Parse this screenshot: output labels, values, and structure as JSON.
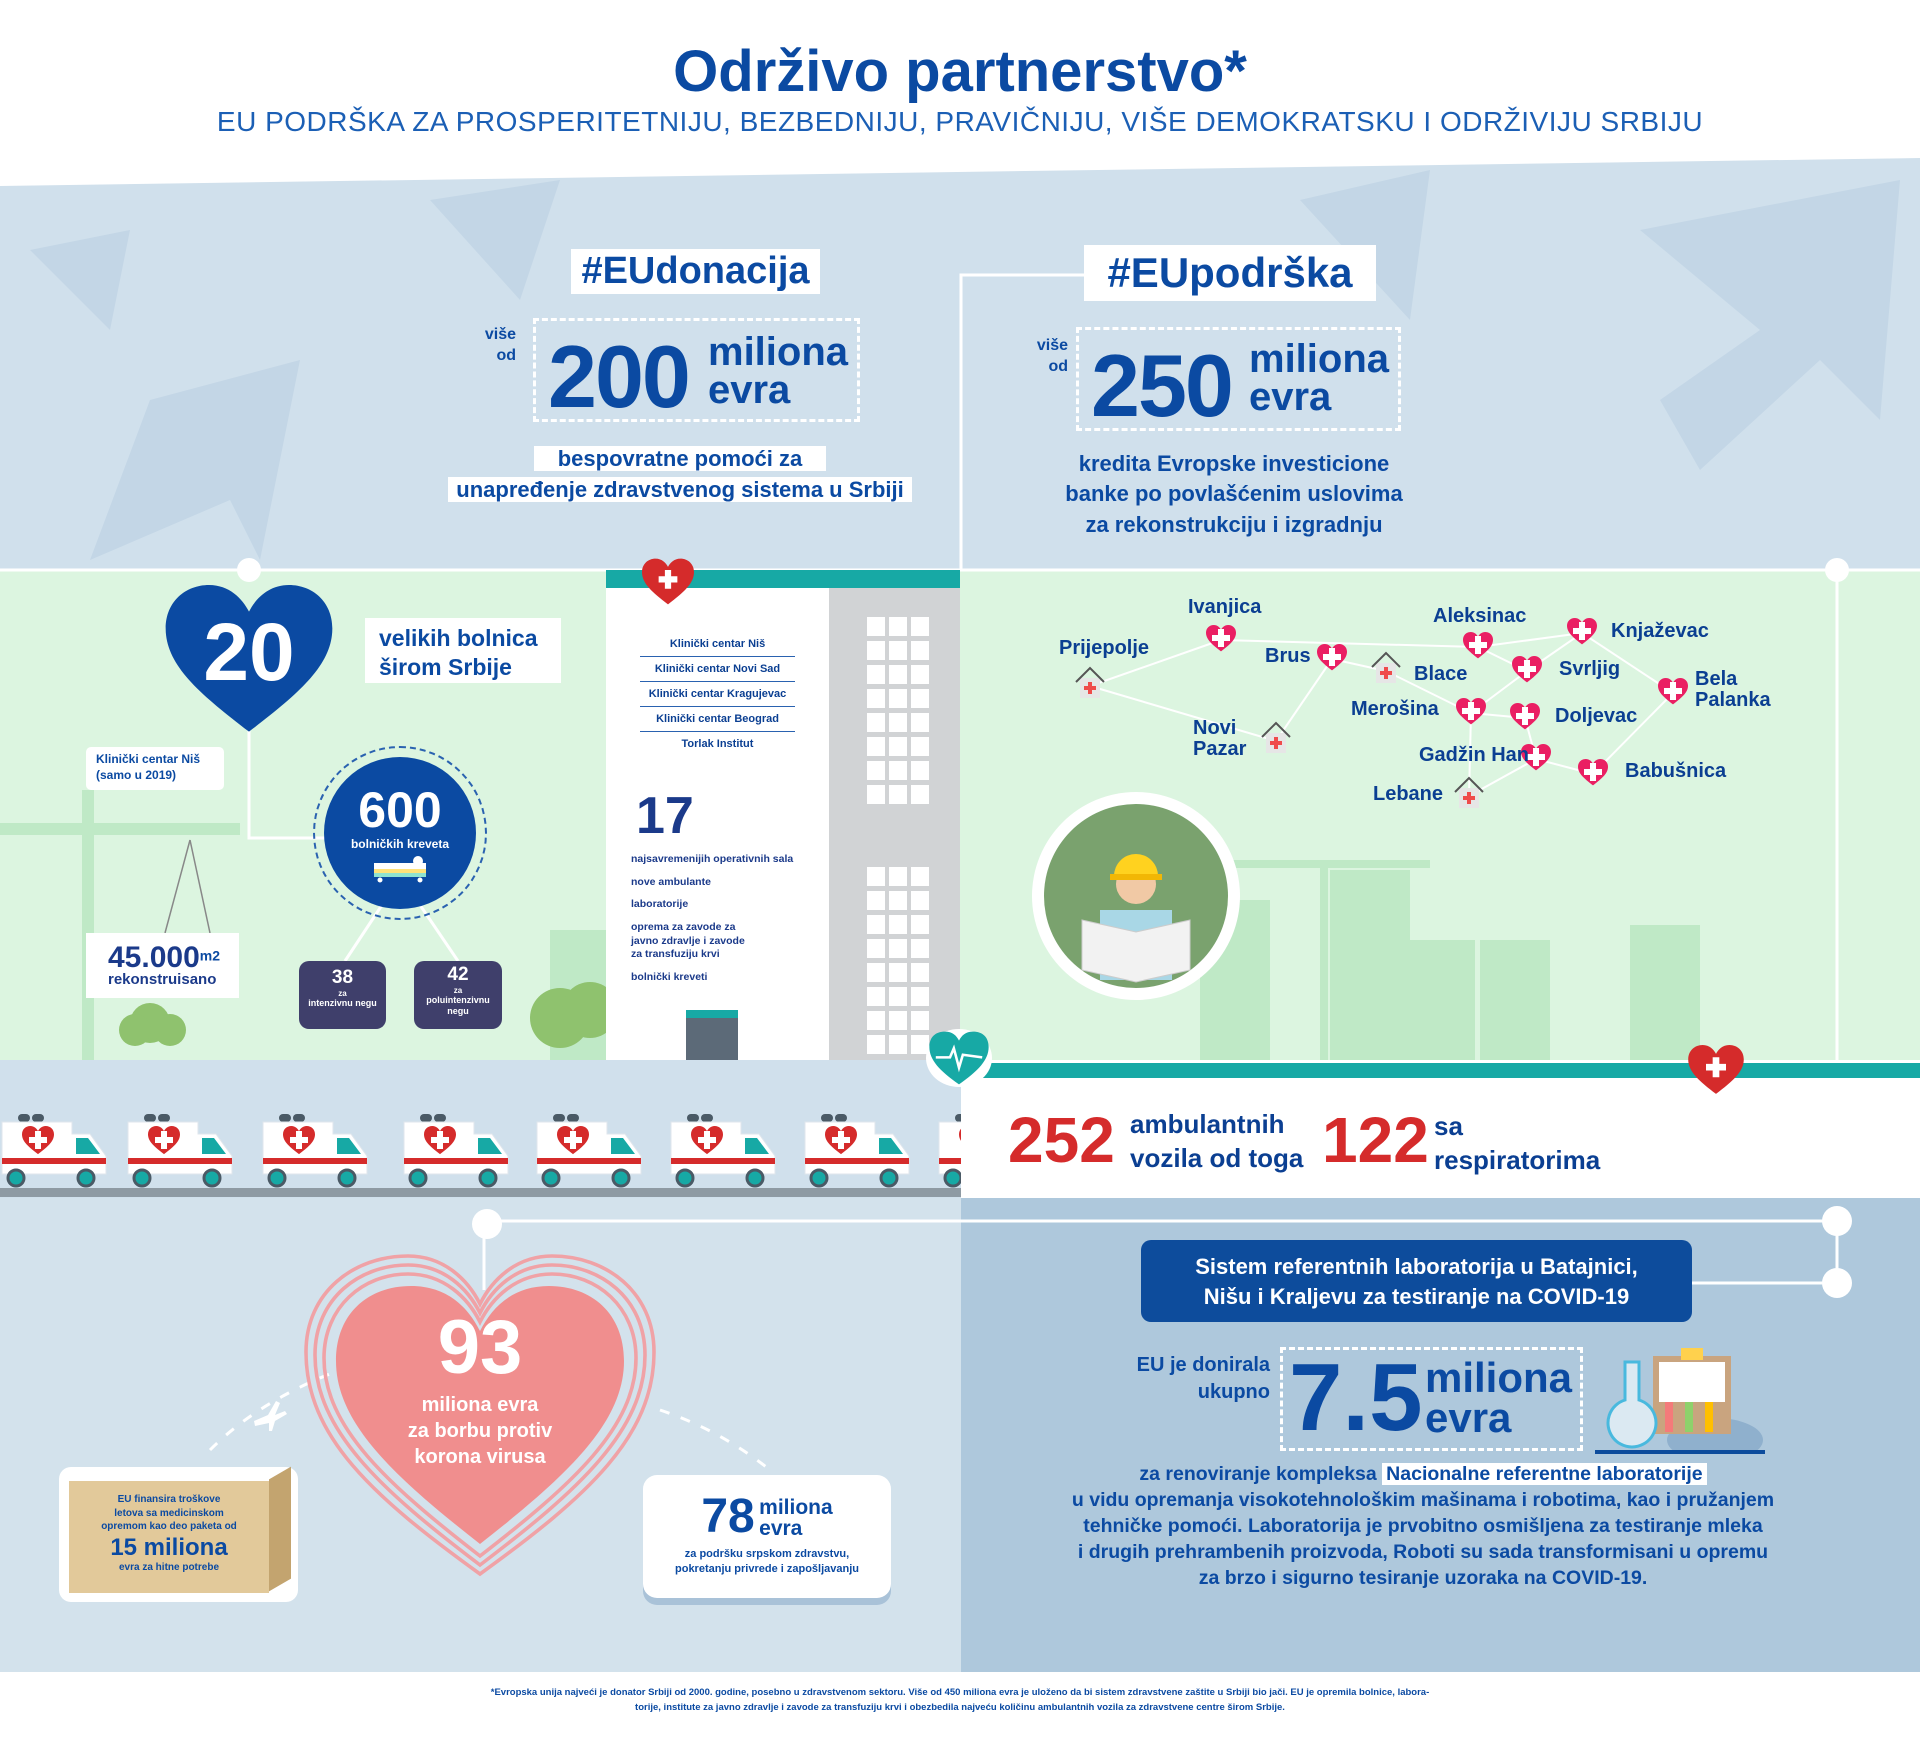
{
  "header": {
    "title": "Održivo partnerstvo*",
    "subtitle": "EU PODRŠKA ZA PROSPERITETNIJU, BEZBEDNIJU, PRAVIČNIJU, VIŠE DEMOKRATSKU I ODRŽIVIJU SRBIJU"
  },
  "donation": {
    "tag": "#EUdonacija",
    "prefix1": "više",
    "prefix2": "od",
    "amount": "200",
    "unit1": "miliona",
    "unit2": "evra",
    "line1": "bespovratne pomoći za",
    "line2": "unapređenje zdravstvenog sistema u Srbiji"
  },
  "support": {
    "tag": "#EUpodrška",
    "prefix1": "više",
    "prefix2": "od",
    "amount": "250",
    "unit1": "miliona",
    "unit2": "evra",
    "line1": "kredita Evropske investicione",
    "line2": "banke po povlašćenim uslovima",
    "line3": "za rekonstrukciju i izgradnju"
  },
  "hospitals": {
    "count": "20",
    "label1": "velikih bolnica",
    "label2": "širom Srbije",
    "nis_label1": "Klinički centar Niš",
    "nis_label2": "(samo u 2019)",
    "area": "45.000",
    "area_unit": "m2",
    "area_label": "rekonstruisano",
    "beds": "600",
    "beds_label": "bolničkih kreveta",
    "icu": "38",
    "icu_l1": "za",
    "icu_l2": "intenzivnu negu",
    "semi": "42",
    "semi_l1": "za",
    "semi_l2": "poluintenzivnu",
    "semi_l3": "negu"
  },
  "building": {
    "centers": [
      "Klinički centar Niš",
      "Klinički centar Novi Sad",
      "Klinički centar Kragujevac",
      "Klinički centar Beograd",
      "Torlak Institut"
    ],
    "count": "17",
    "items": [
      "najsavremenijih operativnih sala",
      "nove ambulante",
      "laboratorije",
      "oprema za zavode za javno zdravlje i zavode za transfuziju krvi",
      "bolnički kreveti"
    ]
  },
  "map": {
    "cities": [
      "Ivanjica",
      "Prijepolje",
      "Brus",
      "Blace",
      "Aleksinac",
      "Knjaževac",
      "Svrljig",
      "Merošina",
      "Doljevac",
      "Bela Palanka",
      "Novi Pazar",
      "Gadžin Han",
      "Babušnica",
      "Lebane"
    ]
  },
  "vehicles": {
    "count": "252",
    "label1": "ambulantnih",
    "label2": "vozila od toga",
    "resp": "122",
    "resp1": "sa",
    "resp2": "respiratorima"
  },
  "covid": {
    "amount": "93",
    "l1": "miliona evra",
    "l2": "za borbu protiv",
    "l3": "korona virusa",
    "box_l1": "EU finansira troškove",
    "box_l2": "letova sa medicinskom",
    "box_l3": "opremom kao deo paketa od",
    "box_amount": "15 miliona",
    "box_l4": "evra za hitne potrebe",
    "r_amount": "78",
    "r_unit1": "miliona",
    "r_unit2": "evra",
    "r_l1": "za podršku srpskom zdravstvu,",
    "r_l2": "pokretanju privrede i zapošljavanju"
  },
  "labs": {
    "banner1": "Sistem referentnih laboratorija u Batajnici,",
    "banner2": "Nišu i Kraljevu za testiranje na COVID-19",
    "pre1": "EU je donirala",
    "pre2": "ukupno",
    "amount": "7.5",
    "unit1": "miliona",
    "unit2": "evra",
    "p_pre": "za renoviranje kompleksa ",
    "p_hl": "Nacionalne referentne laboratorije",
    "p2": "u vidu opremanja  visokotehnološkim mašinama i robotima, kao i pružanjem",
    "p3": "tehničke pomoći. Laboratorija je prvobitno osmišljena za testiranje mleka",
    "p4": "i drugih prehrambenih proizvoda, Roboti su sada transformisani u opremu",
    "p5": "za brzo i sigurno tesiranje uzoraka na COVID-19."
  },
  "footer": {
    "l1": "*Evropska unija najveći je donator Srbiji od 2000. godine, posebno u zdravstvenom sektoru. Više od 450 miliona evra je uloženo da bi sistem zdravstvene zaštite u Srbiji bio jači. EU je opremila bolnice, labora-",
    "l2": "torije, institute za javno zdravlje i zavode za transfuziju krvi i obezbedila najveću količinu ambulantnih vozila za zdravstvene centre širom Srbije."
  },
  "colors": {
    "blue": "#0b4aa2",
    "red": "#d52b2b",
    "teal": "#17a9a5",
    "green": "#dcf5e0",
    "lightblue": "#d0e0ec",
    "steel": "#aec8dc"
  }
}
